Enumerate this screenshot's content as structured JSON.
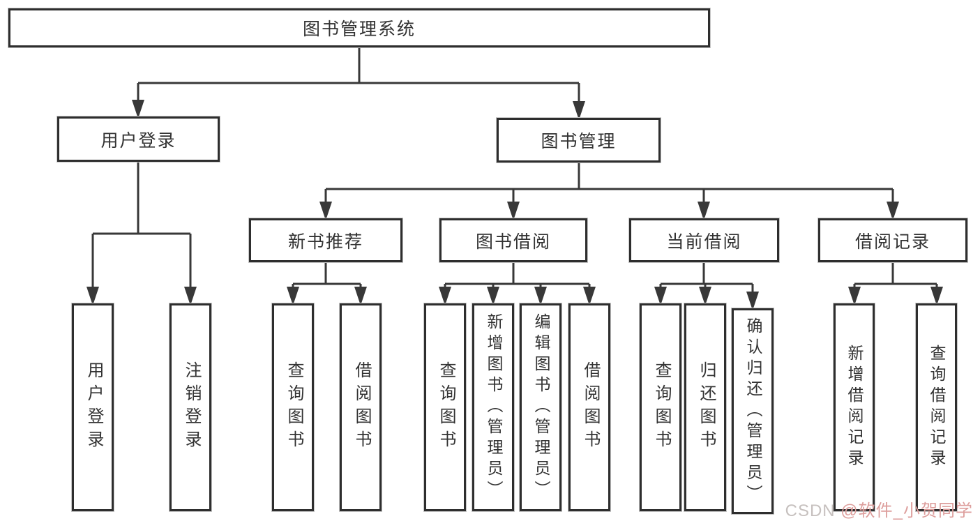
{
  "tree": {
    "root": {
      "label": "图书管理系统"
    },
    "children": [
      {
        "label": "用户登录",
        "children": [
          {
            "label": "用户登录"
          },
          {
            "label": "注销登录"
          }
        ]
      },
      {
        "label": "图书管理",
        "children": [
          {
            "label": "新书推荐",
            "children": [
              {
                "label": "查询图书"
              },
              {
                "label": "借阅图书"
              }
            ]
          },
          {
            "label": "图书借阅",
            "children": [
              {
                "label": "查询图书"
              },
              {
                "label": "新增图书（管理员）"
              },
              {
                "label": "编辑图书（管理员）"
              },
              {
                "label": "借阅图书"
              }
            ]
          },
          {
            "label": "当前借阅",
            "children": [
              {
                "label": "查询图书"
              },
              {
                "label": "归还图书"
              },
              {
                "label": "确认归还（管理员）"
              }
            ]
          },
          {
            "label": "借阅记录",
            "children": [
              {
                "label": "新增借阅记录"
              },
              {
                "label": "查询借阅记录"
              }
            ]
          }
        ]
      }
    ]
  },
  "watermark": {
    "brand": "CSDN ",
    "user": "@软件_小贺同学"
  },
  "colors": {
    "background": "#ffffff",
    "node_border": "#2e2e2e",
    "connector": "#383838",
    "node_text": "#323232",
    "watermark_brand": "#c6c0be",
    "watermark_user": "#dd9e9c"
  }
}
